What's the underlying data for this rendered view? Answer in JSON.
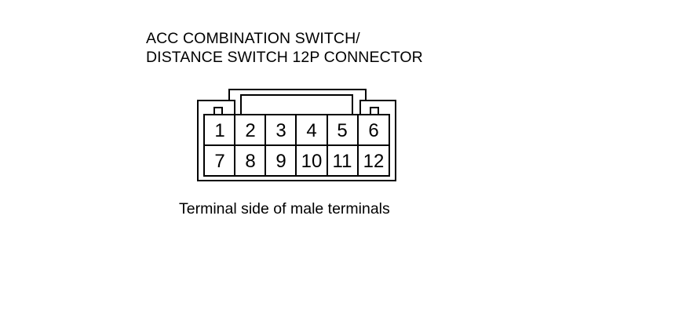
{
  "title": {
    "line1": "ACC COMBINATION SWITCH/",
    "line2": "DISTANCE SWITCH 12P CONNECTOR"
  },
  "connector": {
    "top_row": [
      "1",
      "2",
      "3",
      "4",
      "5",
      "6"
    ],
    "bottom_row": [
      "7",
      "8",
      "9",
      "10",
      "11",
      "12"
    ]
  },
  "caption": "Terminal side of male terminals"
}
